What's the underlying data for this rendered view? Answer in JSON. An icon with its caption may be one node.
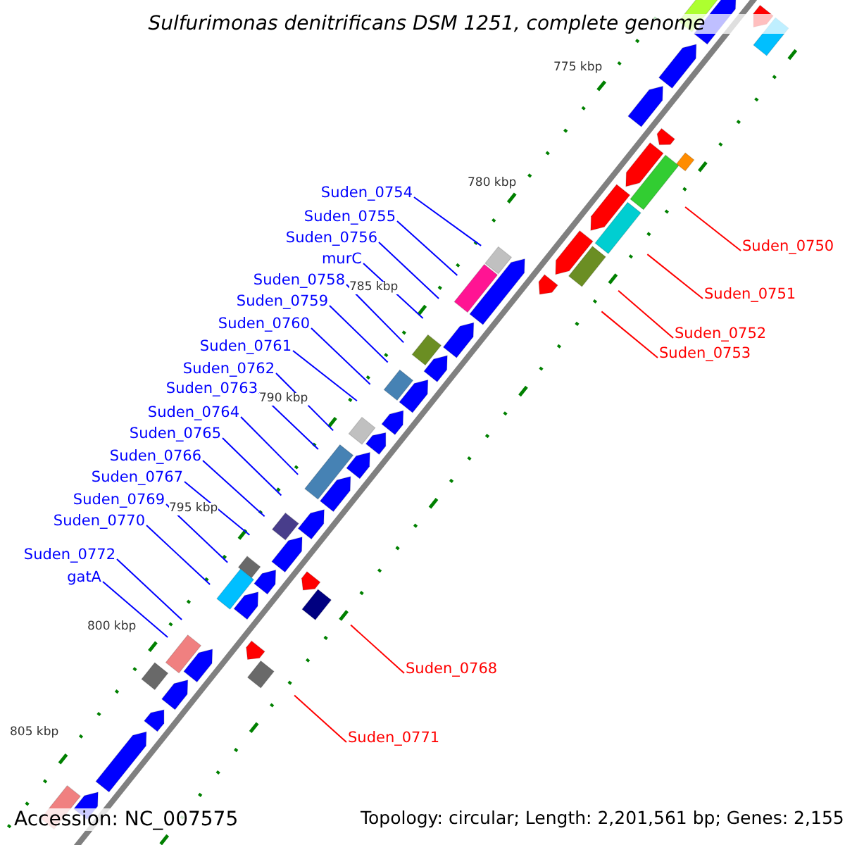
{
  "diagram": {
    "title": "Sulfurimonas denitrificans DSM 1251, complete genome",
    "nodes": [
      {
        "text": [
          "Suden_0754"
        ]
      },
      {
        "text": [
          "Suden_0755"
        ]
      },
      {
        "text": [
          "Suden_0756"
        ]
      },
      {
        "text": [
          "murC"
        ]
      },
      {
        "text": [
          "Suden_0758"
        ]
      },
      {
        "text": [
          "Suden_0759"
        ]
      },
      {
        "text": [
          "Suden_0760"
        ]
      },
      {
        "text": [
          "Suden_0761"
        ]
      },
      {
        "text": [
          "Suden_0762"
        ]
      },
      {
        "text": [
          "Suden_0763"
        ]
      },
      {
        "text": [
          "Suden_0764"
        ]
      },
      {
        "text": [
          "Suden_0765"
        ]
      },
      {
        "text": [
          "Suden_0766"
        ]
      },
      {
        "text": [
          "Suden_0767"
        ]
      },
      {
        "text": [
          "Suden_0769"
        ]
      },
      {
        "text": [
          "Suden_0770"
        ]
      },
      {
        "text": [
          "Suden_0772"
        ]
      },
      {
        "text": [
          "gatA"
        ]
      },
      {
        "text": [
          "Suden_0750"
        ]
      },
      {
        "text": [
          "Suden_0751"
        ]
      },
      {
        "text": [
          "Suden_0752"
        ]
      },
      {
        "text": [
          "Suden_0753"
        ]
      },
      {
        "text": [
          "Suden_0768"
        ]
      },
      {
        "text": [
          "Suden_0771"
        ]
      }
    ],
    "edges": [
      {
        "from": 0,
        "to": null,
        "arrow": "none"
      },
      {
        "from": 1,
        "to": null,
        "arrow": "none"
      },
      {
        "from": 2,
        "to": null,
        "arrow": "none"
      },
      {
        "from": 3,
        "to": null,
        "arrow": "none"
      },
      {
        "from": 4,
        "to": null,
        "arrow": "none"
      },
      {
        "from": 5,
        "to": null,
        "arrow": "none"
      },
      {
        "from": 6,
        "to": null,
        "arrow": "none"
      },
      {
        "from": 7,
        "to": null,
        "arrow": "none"
      },
      {
        "from": 8,
        "to": null,
        "arrow": "none"
      },
      {
        "from": 9,
        "to": null,
        "arrow": "none"
      },
      {
        "from": 10,
        "to": null,
        "arrow": "none"
      },
      {
        "from": 11,
        "to": null,
        "arrow": "none"
      },
      {
        "from": 12,
        "to": null,
        "arrow": "none"
      },
      {
        "from": 13,
        "to": null,
        "arrow": "none"
      },
      {
        "from": 14,
        "to": null,
        "arrow": "none"
      },
      {
        "from": 15,
        "to": null,
        "arrow": "none"
      },
      {
        "from": 16,
        "to": null,
        "arrow": "none"
      },
      {
        "from": 17,
        "to": null,
        "arrow": "none"
      },
      {
        "from": 18,
        "to": null,
        "arrow": "none",
        "color": "#ff0000"
      },
      {
        "from": 19,
        "to": null,
        "arrow": "none",
        "color": "#ff0000"
      },
      {
        "from": 20,
        "to": null,
        "arrow": "none",
        "color": "#ff0000"
      },
      {
        "from": 21,
        "to": null,
        "arrow": "none",
        "color": "#ff0000"
      },
      {
        "from": 22,
        "to": null,
        "arrow": "none",
        "color": "#ff0000"
      },
      {
        "from": 23,
        "to": null,
        "arrow": "none",
        "color": "#ff0000"
      }
    ],
    "labels": [
      "775 kbp",
      "780 kbp",
      "785 kbp",
      "790 kbp",
      "795 kbp",
      "800 kbp",
      "805 kbp",
      "Accession: NC_007575",
      "Topology: circular; Length: 2,201,561 bp; Genes: 2,155"
    ]
  }
}
